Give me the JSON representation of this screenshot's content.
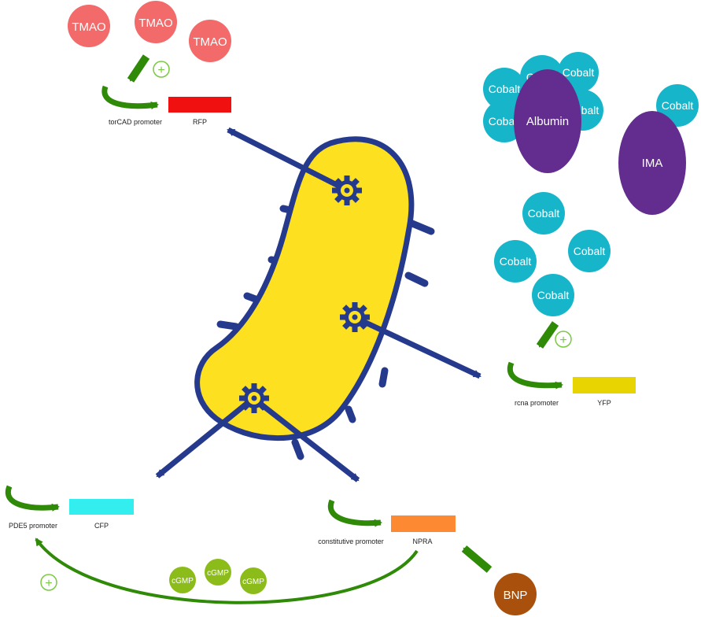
{
  "molecules": {
    "tmao": "TMAO",
    "cobalt": "Cobalt",
    "albumin": "Albumin",
    "ima": "IMA",
    "cgmp": "cGMP",
    "bnp": "BNP"
  },
  "constructs": {
    "torcad": {
      "promoter": "torCAD promoter",
      "gene": "RFP",
      "gene_color": "#f01010"
    },
    "rcna": {
      "promoter": "rcna promoter",
      "gene": "YFP",
      "gene_color": "#e8d400"
    },
    "pde5": {
      "promoter": "PDE5 promoter",
      "gene": "CFP",
      "gene_color": "#33eeee"
    },
    "constitutive": {
      "promoter": "constitutive promoter",
      "gene": "NPRA",
      "gene_color": "#fd8a32"
    }
  },
  "symbols": {
    "plus": "+"
  },
  "colors": {
    "cell_fill": "#fde01f",
    "cell_outline": "#253a8c",
    "arrow_blue": "#253a8c",
    "arrow_green": "#2f8a08",
    "tmao": "#f26a6a",
    "cobalt": "#17b5c9",
    "albumin": "#622d8f",
    "cgmp": "#8cbc1a",
    "bnp": "#a8500c"
  }
}
